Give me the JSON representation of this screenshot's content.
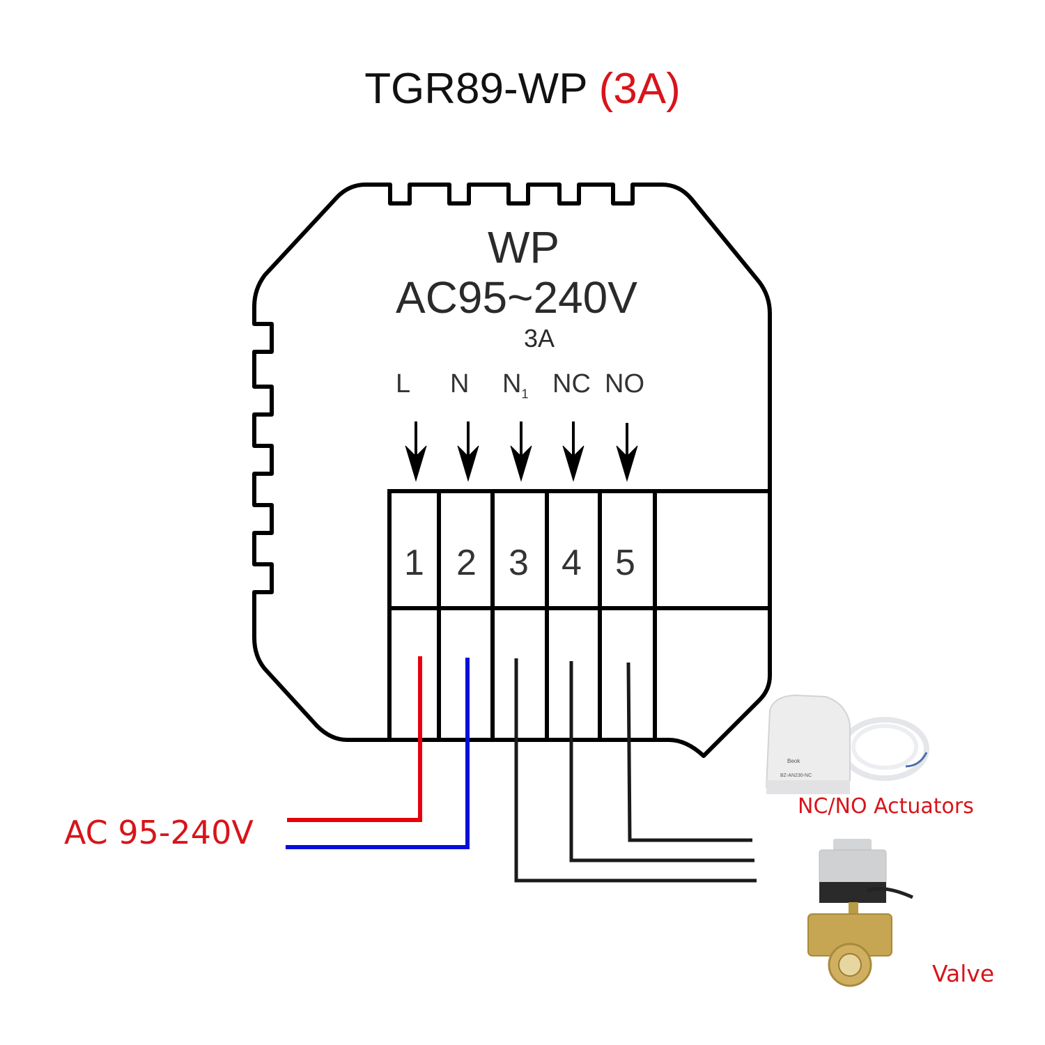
{
  "title": {
    "model": "TGR89-WP",
    "rating": "(3A)"
  },
  "device": {
    "label_model": "WP",
    "label_voltage": "AC95~240V",
    "label_current": "3A",
    "terminals": [
      {
        "number": "1",
        "name": "L",
        "sub": "",
        "wire_color": "#e8000b"
      },
      {
        "number": "2",
        "name": "N",
        "sub": "",
        "wire_color": "#0010d8"
      },
      {
        "number": "3",
        "name": "N",
        "sub": "1",
        "wire_color": "#1a1a1a"
      },
      {
        "number": "4",
        "name": "NC",
        "sub": "",
        "wire_color": "#1a1a1a"
      },
      {
        "number": "5",
        "name": "NO",
        "sub": "",
        "wire_color": "#1a1a1a"
      }
    ]
  },
  "power_supply": {
    "label": "AC 95-240V"
  },
  "loads": {
    "actuator_label": "NC/NO Actuators",
    "valve_label": "Valve",
    "actuator_print": [
      "Beok",
      "BZ-AN230-NC"
    ]
  },
  "colors": {
    "accent_red": "#d8141b",
    "live_wire": "#e8000b",
    "neutral_wire": "#0010d8",
    "outline": "#000000"
  }
}
